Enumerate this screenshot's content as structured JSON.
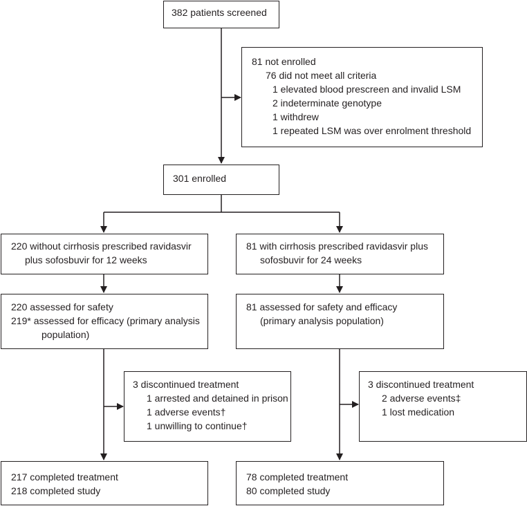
{
  "screened": {
    "text": "382 patients screened"
  },
  "not_enrolled": {
    "title": "81 not enrolled",
    "criteria": "76 did not meet all criteria",
    "reasons": [
      "1 elevated blood prescreen and invalid LSM",
      "2 indeterminate genotype",
      "1 withdrew",
      "1 repeated LSM was over enrolment threshold"
    ]
  },
  "enrolled": {
    "text": "301 enrolled"
  },
  "arm_left": {
    "prescribed": [
      "220 without cirrhosis prescribed ravidasvir",
      "plus sofosbuvir for 12 weeks"
    ],
    "assessed": [
      "220 assessed for safety",
      "219* assessed for efficacy (primary analysis",
      "population)"
    ],
    "discontinued": {
      "title": "3 discontinued treatment",
      "reasons": [
        "1 arrested and detained in prison",
        "1 adverse events†",
        "1 unwilling to continue†"
      ]
    },
    "completed": [
      "217 completed treatment",
      "218 completed study"
    ]
  },
  "arm_right": {
    "prescribed": [
      "81 with cirrhosis prescribed ravidasvir plus",
      "sofosbuvir for 24 weeks"
    ],
    "assessed": [
      "81 assessed for safety and efficacy",
      "(primary analysis population)"
    ],
    "discontinued": {
      "title": "3 discontinued treatment",
      "reasons": [
        "2 adverse events‡",
        "1 lost medication"
      ]
    },
    "completed": [
      "78 completed treatment",
      "80 completed study"
    ]
  }
}
